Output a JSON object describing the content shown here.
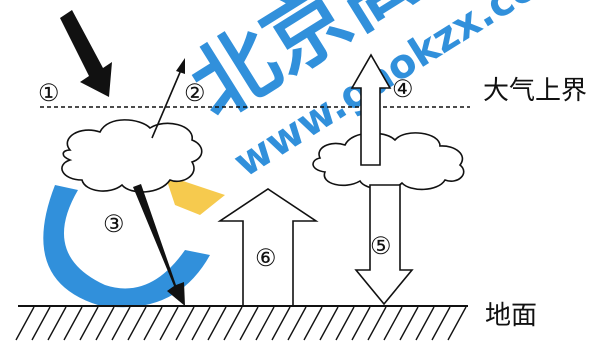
{
  "diagram": {
    "labels": {
      "atmosphere_top": "大气上界",
      "ground": "地面",
      "n1": "①",
      "n2": "②",
      "n3": "③",
      "n4": "④",
      "n5": "⑤",
      "n6": "⑥"
    }
  },
  "watermark": {
    "logo_text": "北京高考",
    "url_text": "www.gaokzx.com",
    "colors": {
      "blue": "#1f86d8",
      "yellow": "#f6c63f"
    }
  }
}
